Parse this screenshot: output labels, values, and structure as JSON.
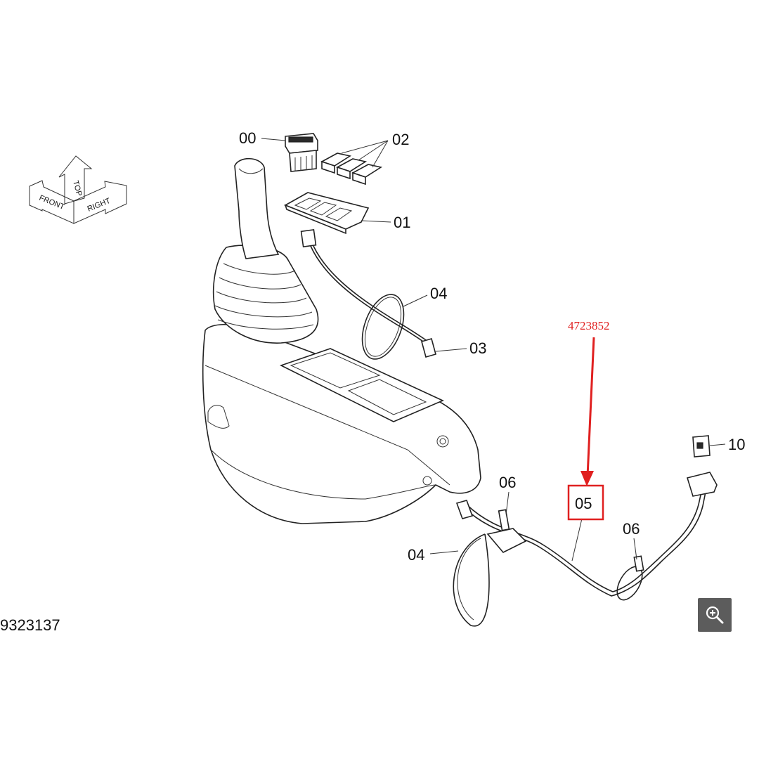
{
  "diagram": {
    "labels": {
      "p00": "00",
      "p01": "01",
      "p02": "02",
      "p03": "03",
      "p04a": "04",
      "p04b": "04",
      "p05": "05",
      "p06a": "06",
      "p06b": "06",
      "p10": "10"
    },
    "highlight": {
      "part_number": "4723852",
      "color": "#e02020"
    },
    "drawing_number": "9323137",
    "orientation": {
      "top": "TOP",
      "front": "FRONT",
      "right": "RIGHT"
    }
  },
  "viewer": {
    "zoom_button_icon": "zoom-in-icon"
  }
}
